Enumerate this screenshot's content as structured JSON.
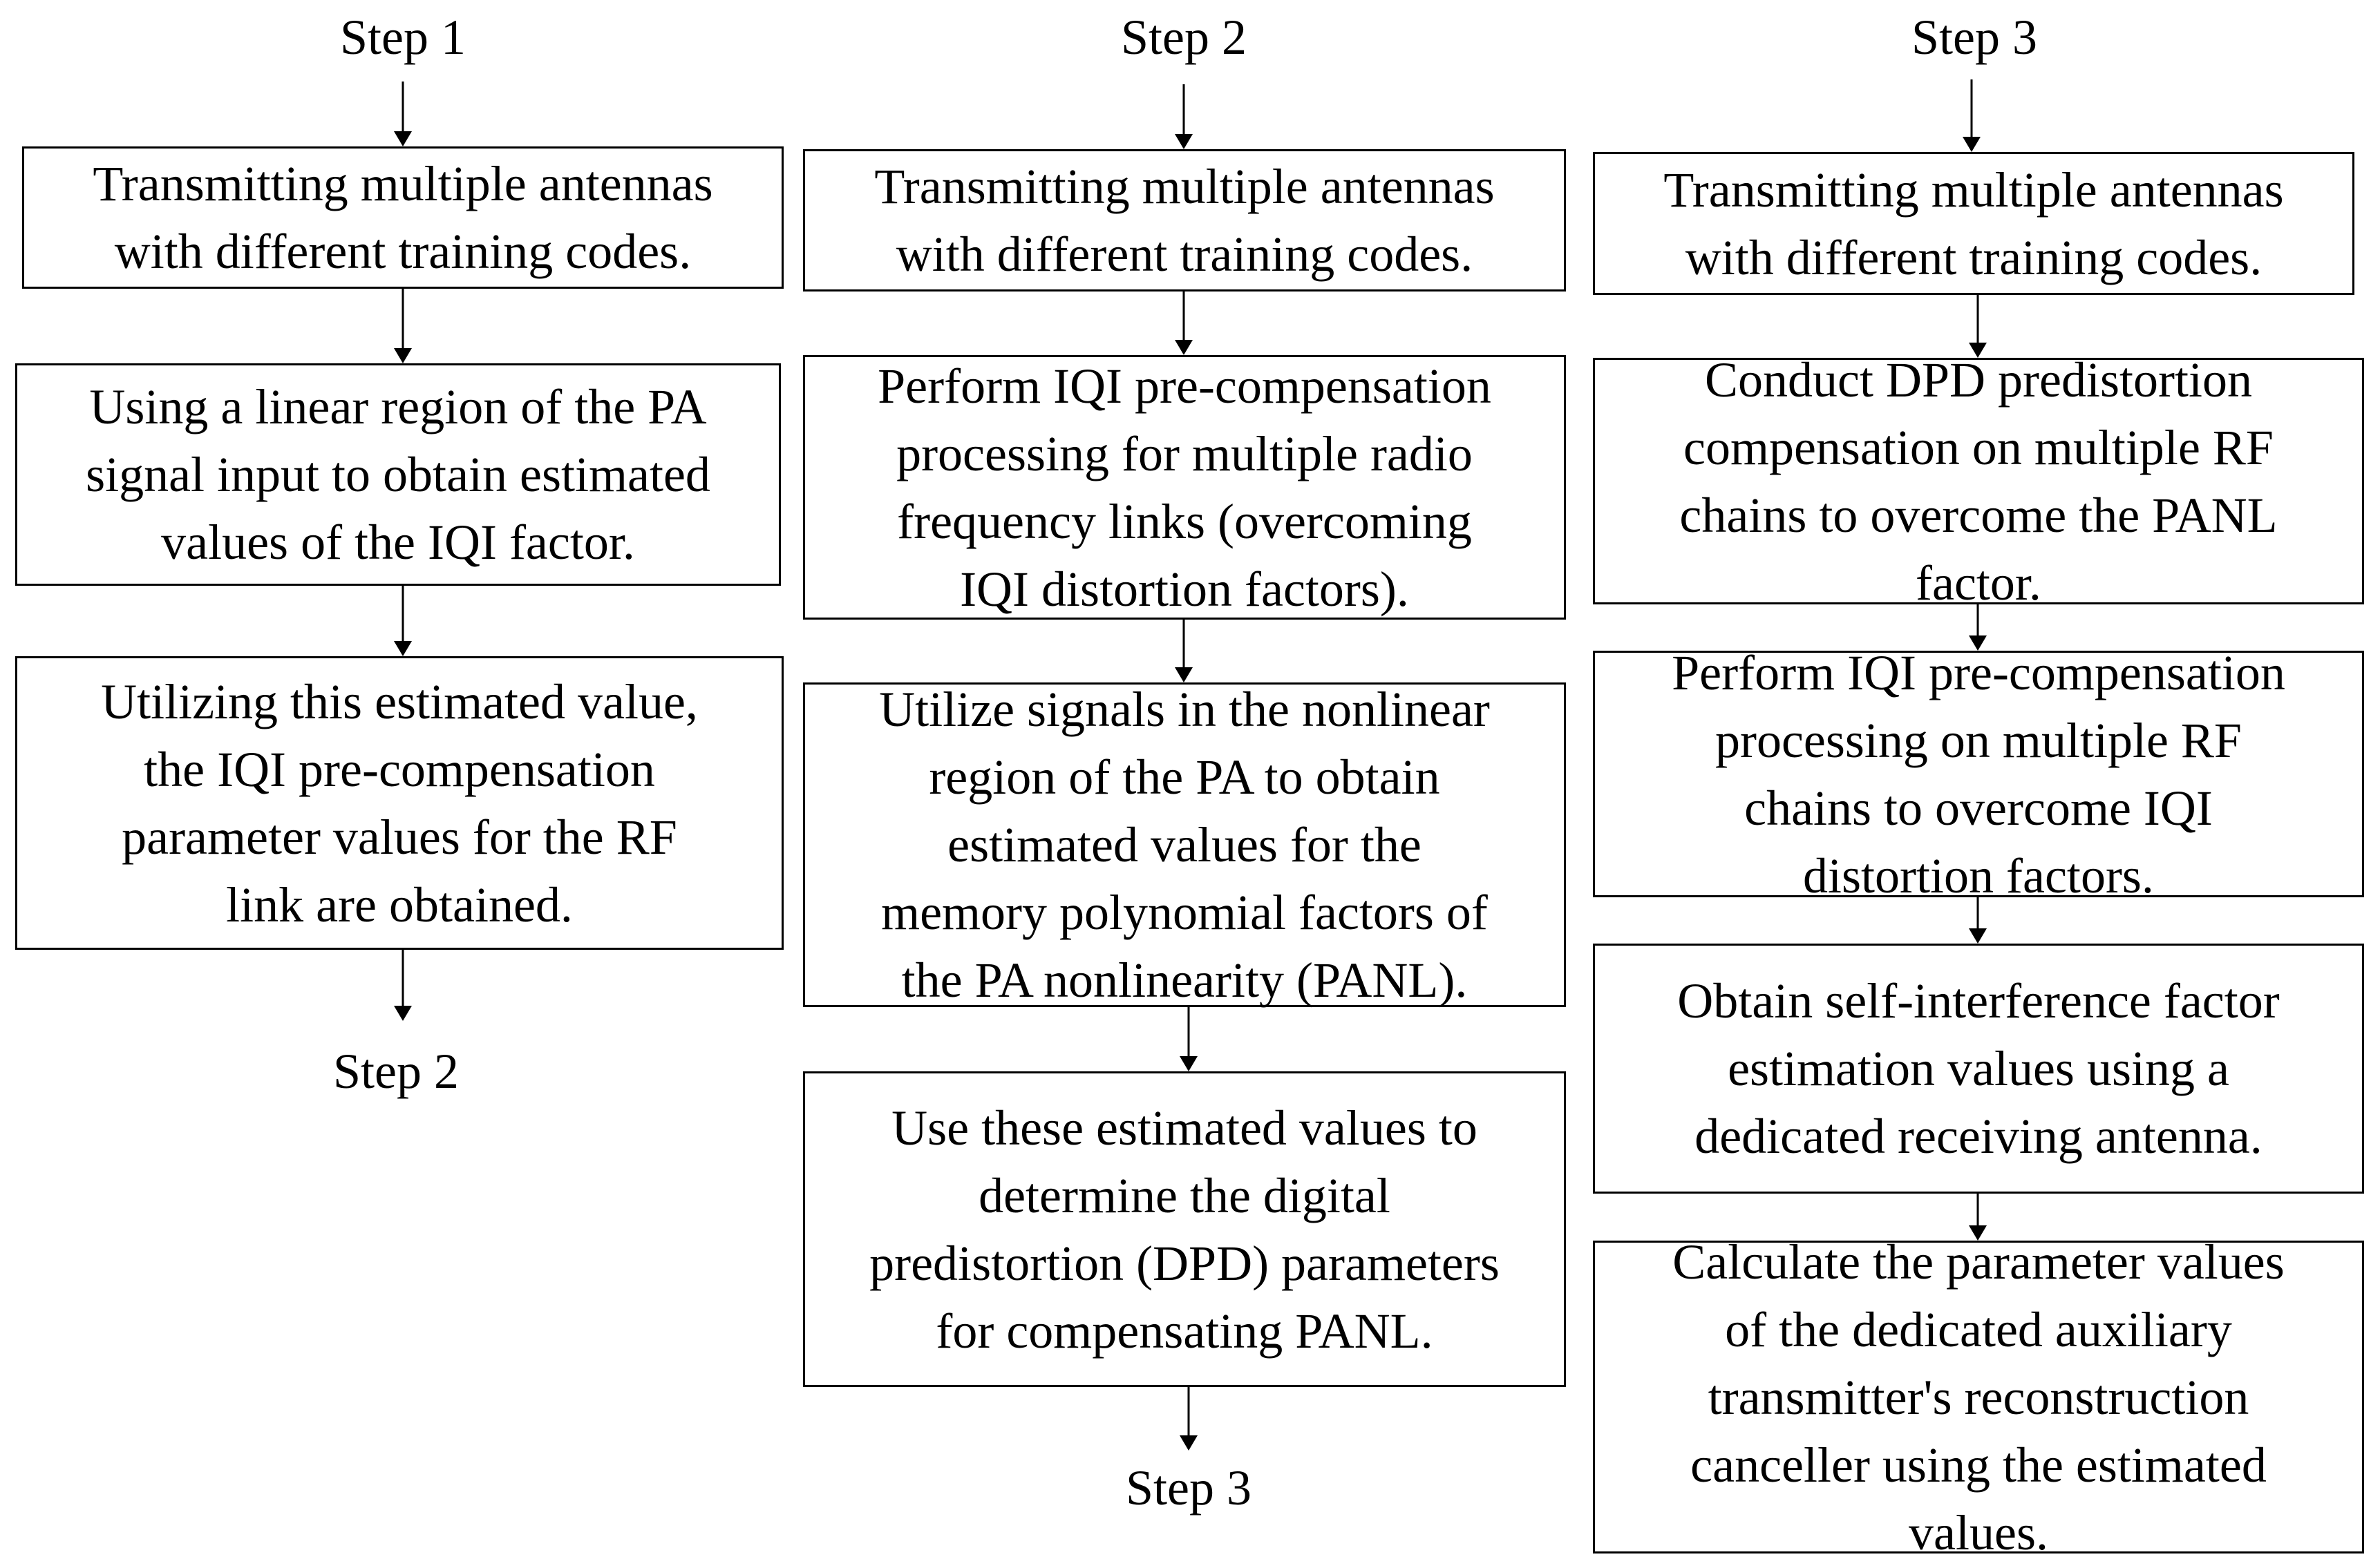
{
  "columns": [
    {
      "header": "Step 1",
      "boxes": [
        "Transmitting multiple antennas\nwith different training codes.",
        "Using a linear region of the PA\nsignal input to obtain estimated\nvalues of the IQI factor.",
        "Utilizing this estimated value,\nthe IQI pre-compensation\nparameter values for the RF\nlink are obtained."
      ],
      "footer": "Step 2"
    },
    {
      "header": "Step 2",
      "boxes": [
        "Transmitting multiple antennas\nwith different training codes.",
        "Perform IQI pre-compensation\nprocessing for multiple radio\nfrequency links (overcoming\nIQI distortion factors).",
        "Utilize signals in the nonlinear\nregion of the PA to obtain\nestimated values for the\nmemory polynomial factors of\nthe PA nonlinearity (PANL).",
        "Use these estimated values to\ndetermine the digital\npredistortion (DPD) parameters\nfor compensating PANL."
      ],
      "footer": "Step 3"
    },
    {
      "header": "Step 3",
      "boxes": [
        "Transmitting multiple antennas\nwith different training codes.",
        "Conduct DPD predistortion\ncompensation on multiple RF\nchains to overcome the PANL\nfactor.",
        "Perform IQI pre-compensation\nprocessing on multiple RF\nchains to overcome IQI\ndistortion factors.",
        "Obtain self-interference factor\nestimation values using a\ndedicated receiving antenna.",
        "Calculate the parameter values\nof the dedicated auxiliary\ntransmitter's reconstruction\ncanceller using the estimated\nvalues."
      ]
    }
  ]
}
